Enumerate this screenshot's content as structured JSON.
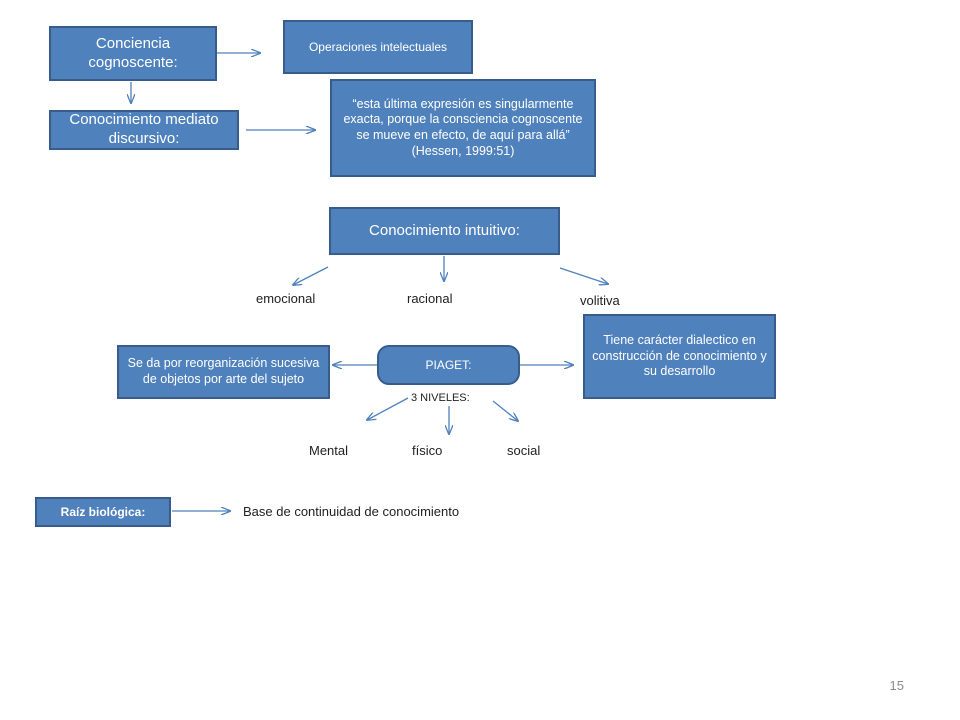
{
  "top": {
    "conciencia": "Conciencia cognoscente:",
    "operaciones": "Operaciones intelectuales",
    "mediato": "Conocimiento mediato discursivo:",
    "cita": "“esta última expresión es singularmente exacta, porque la consciencia cognoscente se mueve en efecto, de aquí para allá” (Hessen, 1999:51)"
  },
  "intuitivo": {
    "title": "Conocimiento intuitivo:",
    "branches": [
      "emocional",
      "racional",
      "volitiva"
    ]
  },
  "piaget": {
    "title": "PIAGET:",
    "left": "Se da por reorganización sucesiva de objetos por arte del sujeto",
    "right": "Tiene carácter dialectico en construcción de conocimiento y su desarrollo",
    "niveles_label": "3 NIVELES:",
    "niveles": [
      "Mental",
      "físico",
      "social"
    ]
  },
  "raiz": {
    "title": "Raíz biológica:",
    "text": "Base de continuidad de conocimiento"
  },
  "page_number": "15",
  "colors": {
    "box_fill": "#4f81bd",
    "box_border": "#385d8a",
    "arrow": "#4f81bd"
  }
}
